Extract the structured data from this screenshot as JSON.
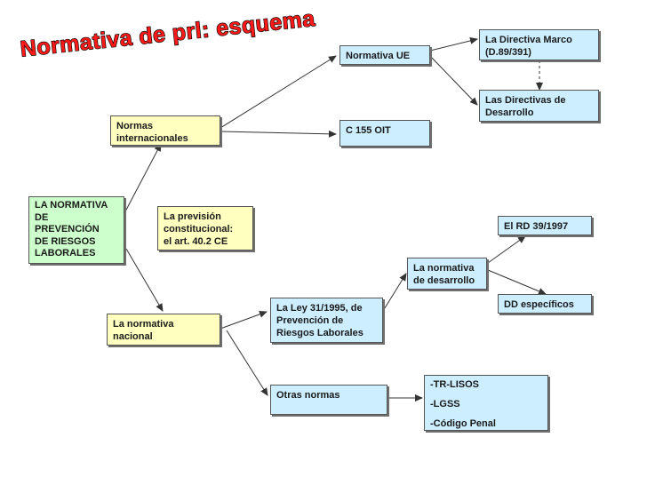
{
  "title": "Normativa de prl: esquema general",
  "boxes": {
    "root": "LA NORMATIVA\nDE\nPREVENCIÓN\nDE RIESGOS\nLABORALES",
    "internacionales": "Normas\ninternacionales",
    "prevision": "La previsión\nconstitucional:\nel art. 40.2 CE",
    "nacional": "La normativa\nnacional",
    "ue": "Normativa UE",
    "oit": "C 155 OIT",
    "directiva_marco": "La Directiva Marco\n(D.89/391)",
    "directivas_desarrollo": "Las Directivas de\nDesarrollo",
    "ley": "La Ley 31/1995, de\nPrevención de\nRiesgos Laborales",
    "otras": "Otras normas",
    "desarrollo": "La normativa\nde desarrollo",
    "rd": "El RD 39/1997",
    "dd": "DD específicos",
    "otras_list": [
      "-TR-LISOS",
      "-LGSS",
      "-Código Penal"
    ]
  },
  "colors": {
    "yellow": "#ffffc0",
    "blue": "#cceeff",
    "green": "#ccffcc",
    "title_fill": "#ff1a1a",
    "title_outline": "#000000"
  }
}
